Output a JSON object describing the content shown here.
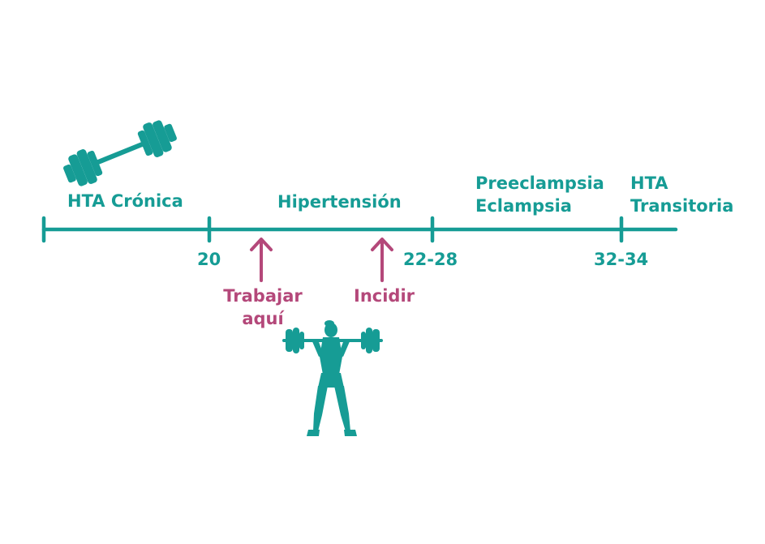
{
  "colors": {
    "timeline": "#169c95",
    "accent": "#b4487a",
    "background": "#ffffff"
  },
  "periods": {
    "chronic": "HTA Crónica",
    "hypertension": "Hipertensión",
    "preeclampsia_line1": "Preeclampsia",
    "preeclampsia_line2": "Eclampsia",
    "transient_line1": "HTA",
    "transient_line2": "Transitoria"
  },
  "ticks": [
    "20",
    "22-28",
    "32-34"
  ],
  "markers": {
    "work_line1": "Trabajar",
    "work_line2": "aquí",
    "incidir": "Incidir"
  },
  "icons": [
    "dumbbell-icon",
    "weightlifter-icon",
    "arrow-up-icon"
  ]
}
